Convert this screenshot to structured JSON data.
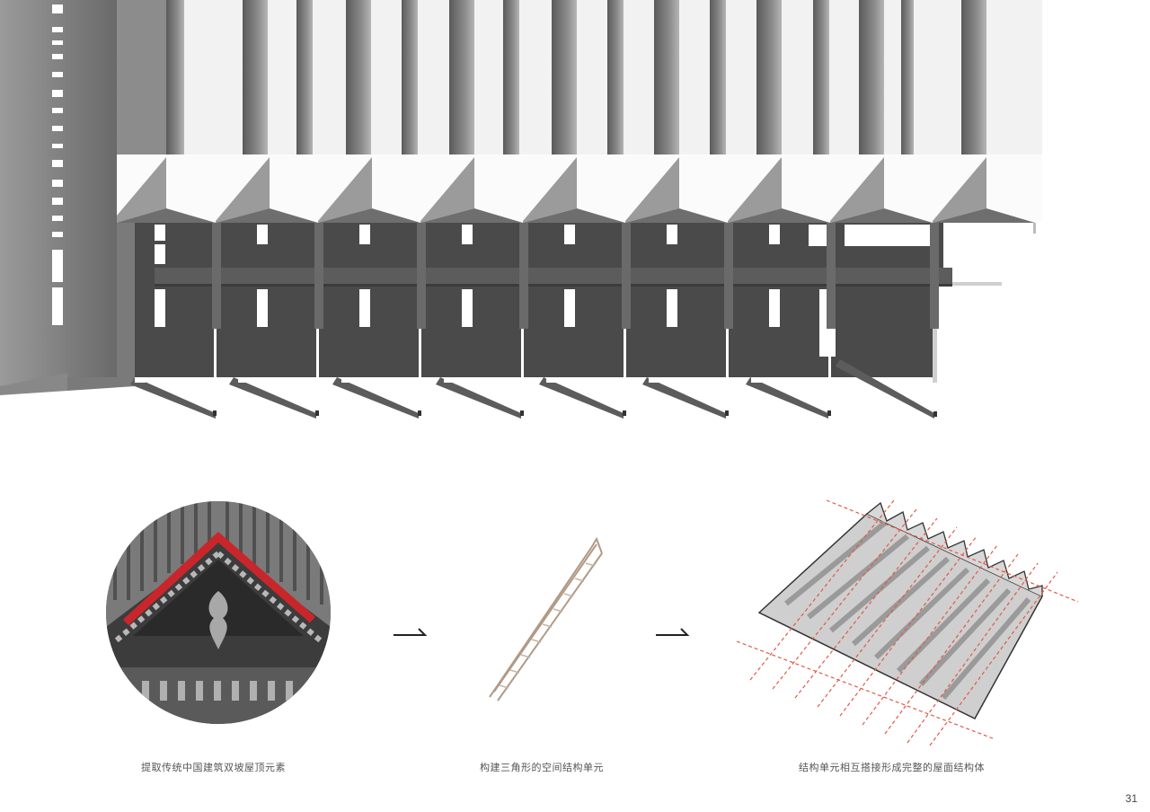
{
  "page": {
    "number": "31",
    "background": "#ffffff"
  },
  "hero_render": {
    "subject": "folded-plate-roof-structure-perspective",
    "roof_modules": 9,
    "palette": {
      "light": "#f4f4f4",
      "mid": "#8a8a8a",
      "dark": "#454545",
      "shadow": "#5a5a5a"
    }
  },
  "steps": [
    {
      "id": "step-1",
      "image": "traditional-chinese-gable-roof-photo",
      "highlight_color": "#c8262b",
      "caption": "提取传统中国建筑双坡屋顶元素"
    },
    {
      "id": "step-2",
      "image": "triangular-space-truss-unit",
      "line_color": "#b09a86",
      "caption": "构建三角形的空间结构单元"
    },
    {
      "id": "step-3",
      "image": "assembled-folded-roof-structure",
      "dash_color": "#e05a4a",
      "caption": "结构单元相互搭接形成完整的屋面结构体"
    }
  ],
  "arrows": [
    {
      "from": "step-1",
      "to": "step-2",
      "icon": "arrow-right-icon"
    },
    {
      "from": "step-2",
      "to": "step-3",
      "icon": "arrow-right-icon"
    }
  ]
}
